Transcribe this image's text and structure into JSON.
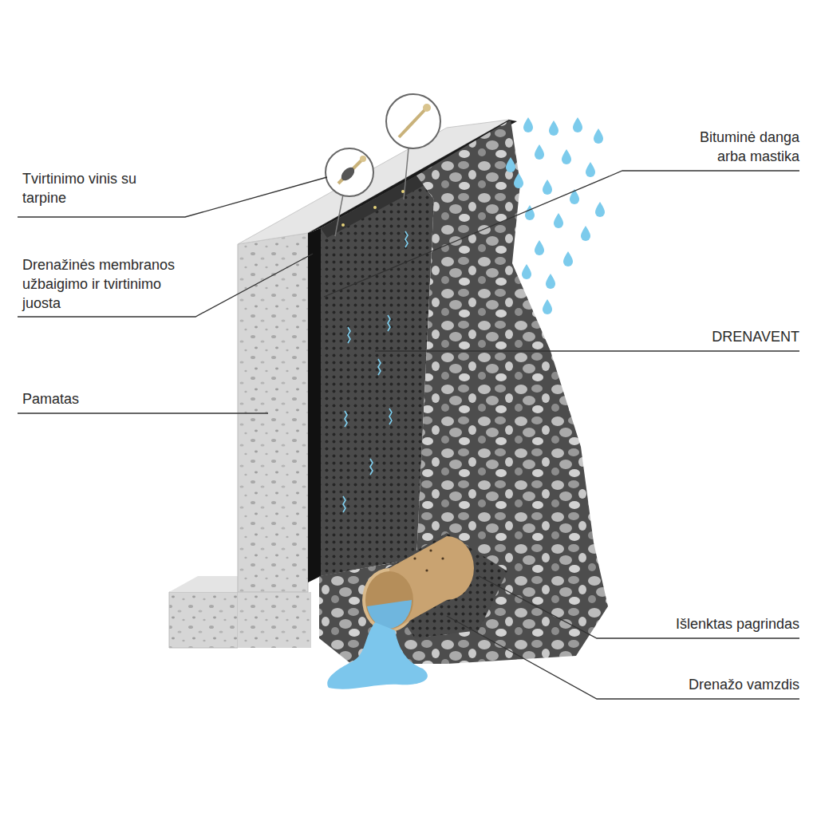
{
  "diagram": {
    "labels": [
      "Tvirtinimo vinis su tarpine",
      "Drenažinės membranos užbaigimo ir tvirtinimo juosta",
      "Pamatas",
      "Bituminė danga arba mastika",
      "DRENAVENT",
      "Išlenktas pagrindas",
      "Drenažo vamzdis"
    ]
  }
}
